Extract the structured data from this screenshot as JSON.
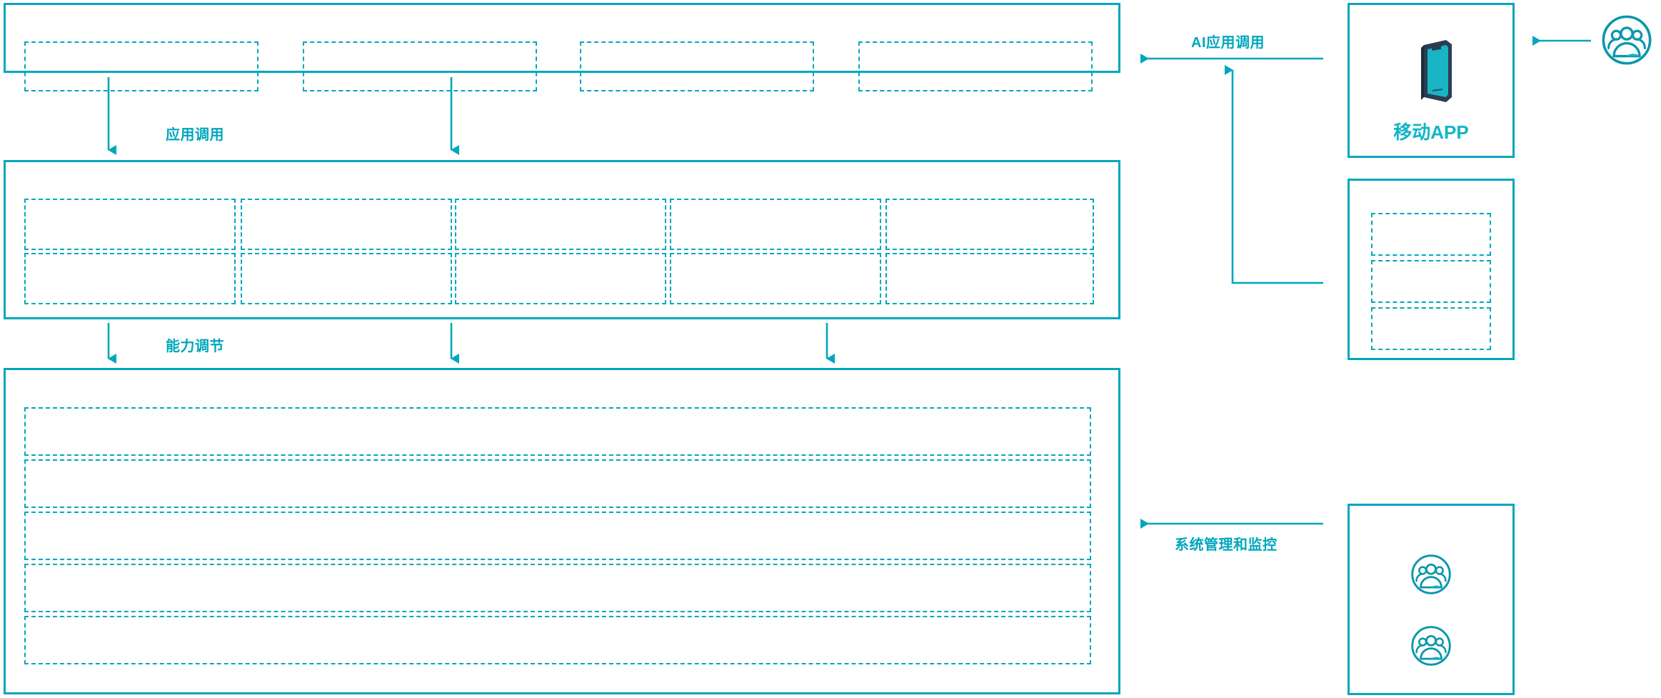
{
  "theme": {
    "accent": "#00a7bd",
    "accent_light": "#12b6c6",
    "phone_body": "#2b3d52",
    "phone_screen": "#19b5c4",
    "background": "#ffffff"
  },
  "diagram": {
    "type": "layered-architecture",
    "left_stack": {
      "panels": [
        {
          "name": "application-layer",
          "boxes": [
            {
              "label": ""
            },
            {
              "label": ""
            },
            {
              "label": ""
            },
            {
              "label": ""
            }
          ]
        },
        {
          "name": "capability-layer",
          "columns": 5,
          "rows": 2,
          "boxes": [
            {
              "label": ""
            },
            {
              "label": ""
            },
            {
              "label": ""
            },
            {
              "label": ""
            },
            {
              "label": ""
            },
            {
              "label": ""
            },
            {
              "label": ""
            },
            {
              "label": ""
            },
            {
              "label": ""
            },
            {
              "label": ""
            }
          ]
        },
        {
          "name": "infrastructure-layer",
          "boxes": [
            {
              "label": ""
            },
            {
              "label": ""
            },
            {
              "label": ""
            },
            {
              "label": ""
            },
            {
              "label": ""
            }
          ]
        }
      ]
    },
    "flow_labels": {
      "application_call": "应用调用",
      "capability_adjust": "能力调节",
      "ai_application_call": "AI应用调用",
      "system_management": "系统管理和监控"
    },
    "right_stack": {
      "mobile_panel": {
        "caption": "移动APP",
        "icon": "mobile-phone-icon"
      },
      "channel_panel": {
        "boxes": [
          {
            "label": ""
          },
          {
            "label": ""
          },
          {
            "label": ""
          }
        ]
      },
      "operations_panel": {
        "icons": [
          "user-group-icon",
          "user-group-icon"
        ]
      }
    },
    "end_user": {
      "icon": "user-group-icon"
    }
  }
}
